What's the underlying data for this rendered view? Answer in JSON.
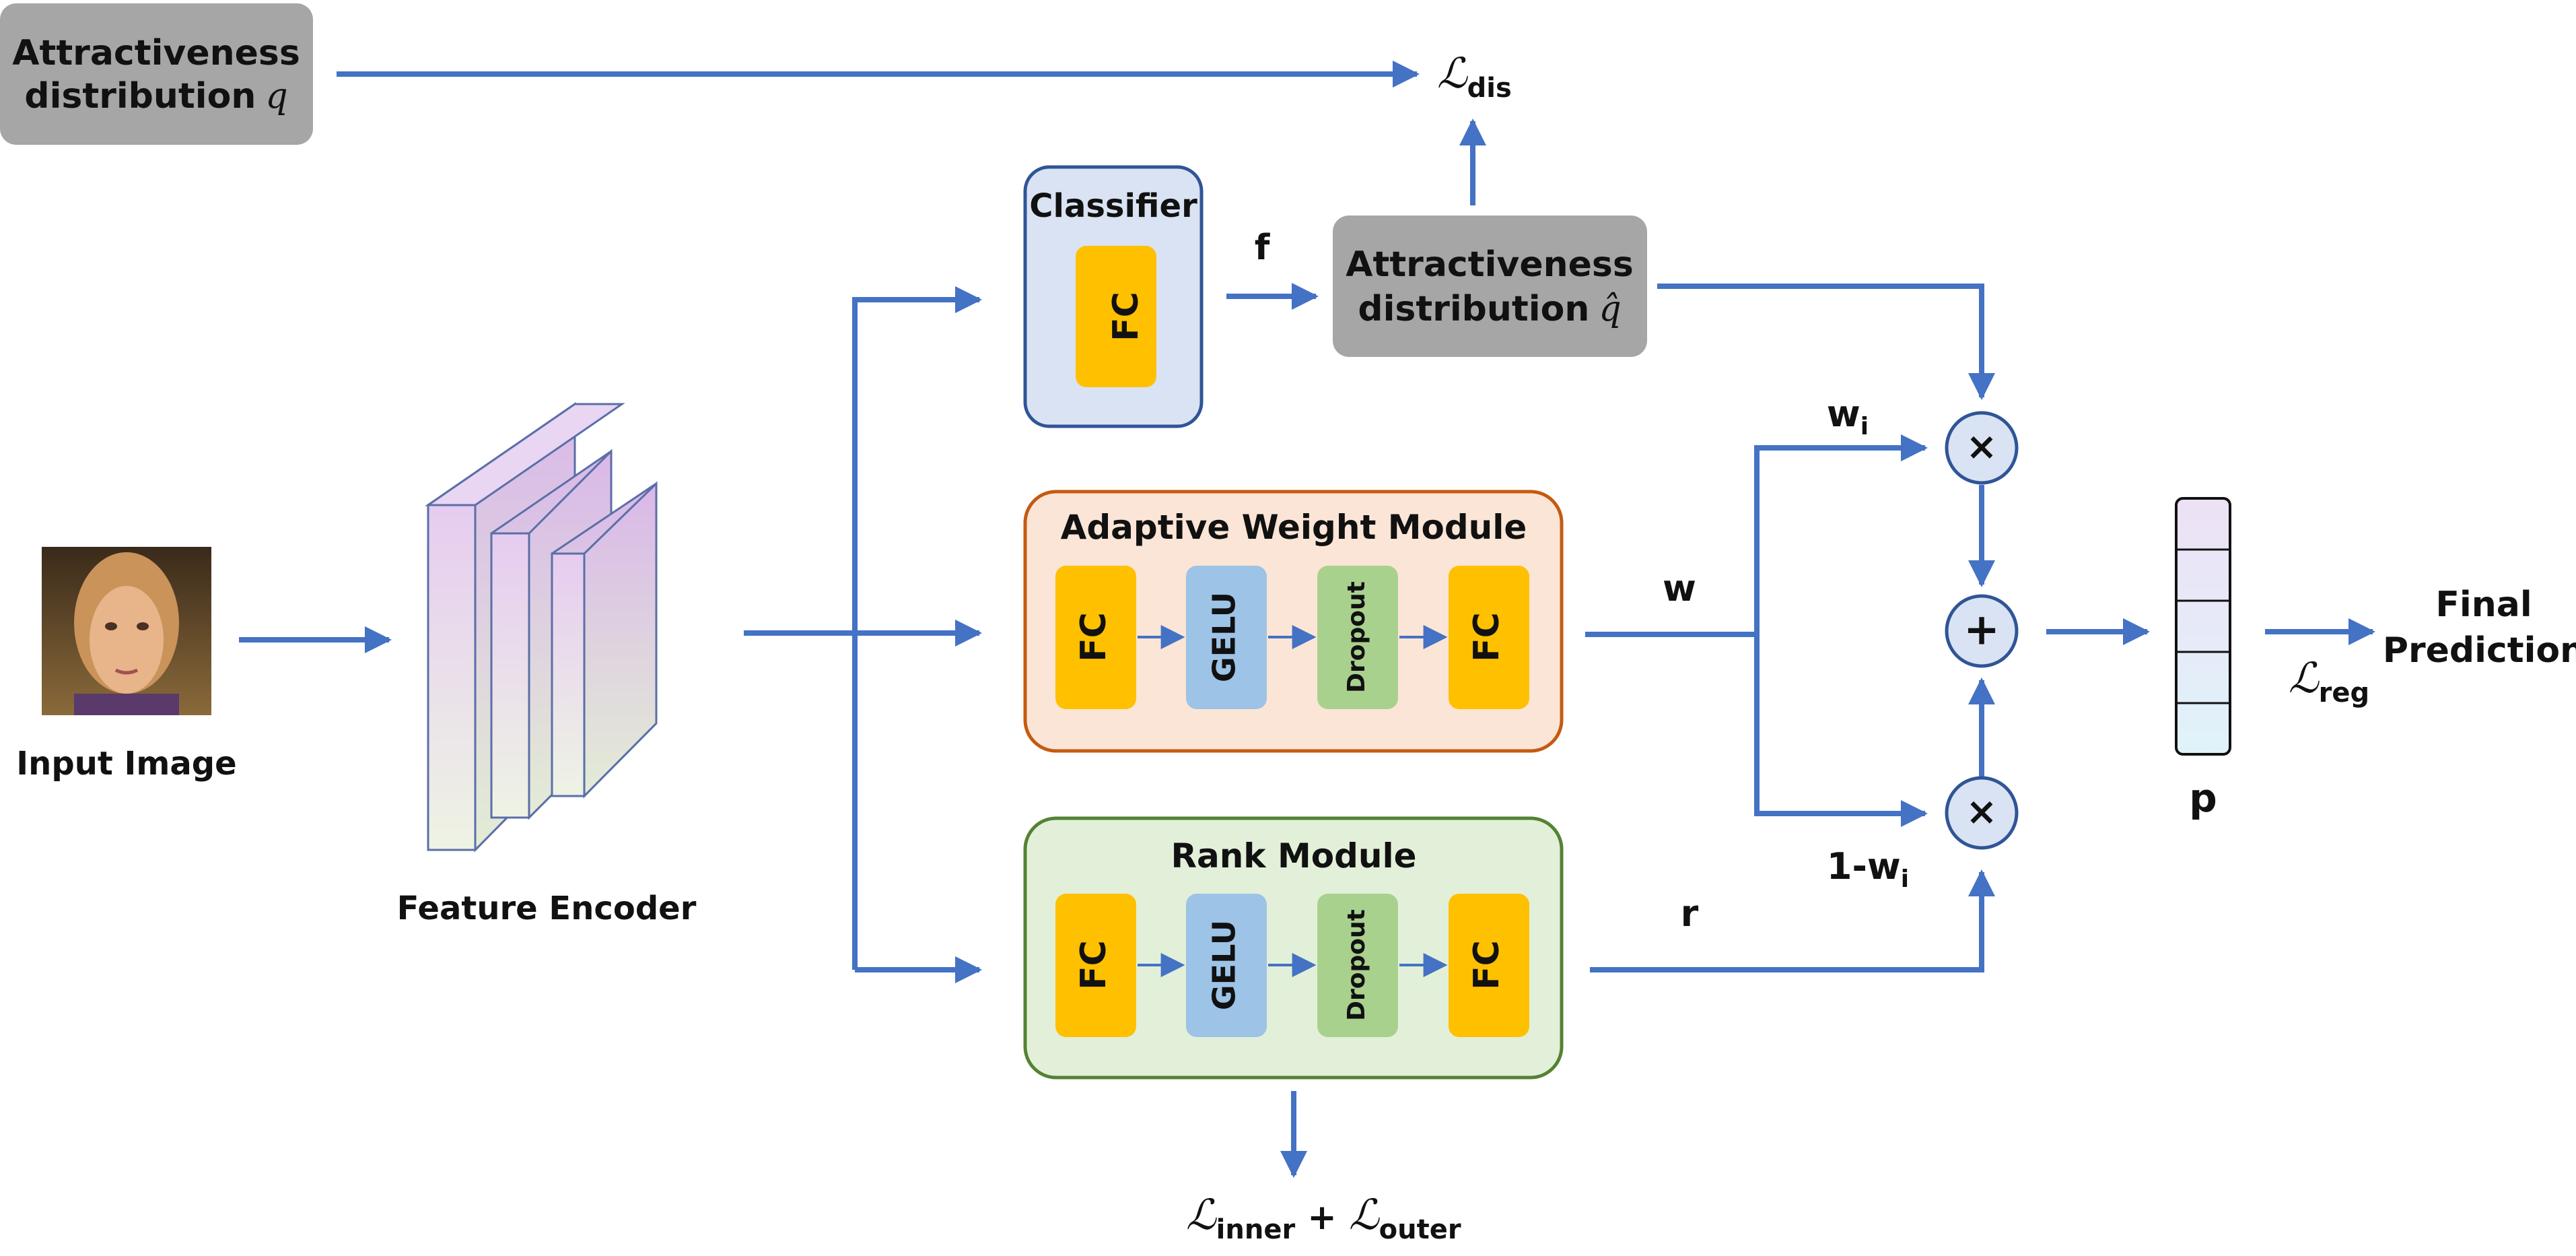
{
  "top": {
    "line1": "Attractiveness",
    "line2": "distribution",
    "var": "q"
  },
  "input": {
    "label": "Input Image"
  },
  "encoder": {
    "label": "Feature Encoder"
  },
  "classifier": {
    "title": "Classifier",
    "fc": "FC"
  },
  "edge_f": "f",
  "pred_dist": {
    "line1": "Attractiveness",
    "line2": "distribution",
    "var": "q̂"
  },
  "loss_dis": {
    "sym": "ℒ",
    "sub": "dis"
  },
  "adaptive": {
    "title": "Adaptive Weight Module",
    "blocks": [
      "FC",
      "GELU",
      "Dropout",
      "FC"
    ]
  },
  "rank": {
    "title": "Rank Module",
    "blocks": [
      "FC",
      "GELU",
      "Dropout",
      "FC"
    ]
  },
  "edge_w": "w",
  "edge_r": "r",
  "edge_wi": {
    "base": "w",
    "sub": "i"
  },
  "edge_1wi": {
    "base": "1-w",
    "sub": "i"
  },
  "ops": {
    "times": "×",
    "plus": "+"
  },
  "vec": {
    "label": "p",
    "cells": 5
  },
  "loss_reg": {
    "sym": "ℒ",
    "sub": "reg"
  },
  "final": {
    "line1": "Final",
    "line2": "Prediction"
  },
  "loss_rank": {
    "sym1": "ℒ",
    "sub1": "inner",
    "plus": " + ",
    "sym2": "ℒ",
    "sub2": "outer"
  },
  "colors": {
    "arrow": "#4472C4",
    "gray_box": "#A6A6A6",
    "fc": "#FFC000",
    "gelu": "#9DC3E6",
    "dropout": "#A9D18E",
    "classifier_fill": "#DAE3F3",
    "classifier_border": "#2F5597",
    "adaptive_fill": "#FBE5D6",
    "adaptive_border": "#C55A11",
    "rank_fill": "#E2F0D9",
    "rank_border": "#548235"
  }
}
